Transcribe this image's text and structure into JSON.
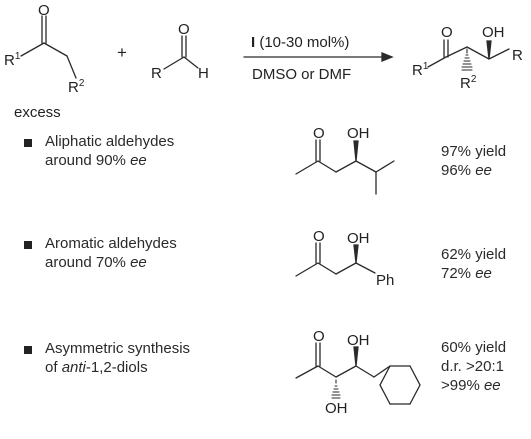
{
  "scheme": {
    "reagent_bold": "I",
    "reagent_rest": " (10-30 mol%)",
    "conditions": "DMSO or DMF",
    "plus": "+",
    "excess_label": "excess",
    "atoms": {
      "O": "O",
      "OH": "OH",
      "R": "R",
      "H": "H",
      "R1": "R",
      "R1_sup": "1",
      "R2": "R",
      "R2_sup": "2",
      "Ph": "Ph"
    }
  },
  "examples": [
    {
      "line1": "Aliphatic aldehydes",
      "line2_prefix": "around 90% ",
      "line2_italic": "ee",
      "result_line1": "97% yield",
      "result_line2_prefix": "96% ",
      "result_line2_italic": "ee"
    },
    {
      "line1": "Aromatic aldehydes",
      "line2_prefix": "around 70% ",
      "line2_italic": "ee",
      "result_line1": "62% yield",
      "result_line2_prefix": "72% ",
      "result_line2_italic": "ee"
    },
    {
      "line1": "Asymmetric synthesis",
      "line2_prefix": "of ",
      "line2_italic": "anti",
      "line2_suffix": "-1,2-diols",
      "result_line1": "60% yield",
      "result_line2": "d.r. >20:1",
      "result_line3_prefix": ">99% ",
      "result_line3_italic": "ee"
    }
  ]
}
